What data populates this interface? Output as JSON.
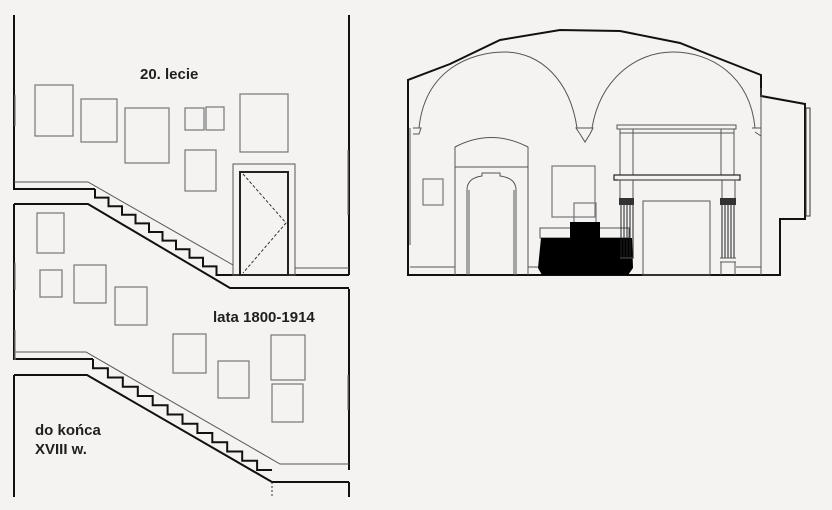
{
  "labels": {
    "floor_top": "20. lecie",
    "floor_middle": "lata 1800-1914",
    "floor_bottom_line1": "do końca",
    "floor_bottom_line2": "XVIII w."
  }
}
